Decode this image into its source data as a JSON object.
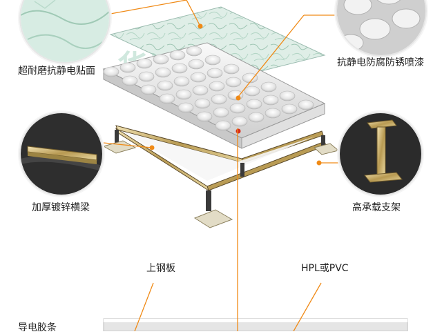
{
  "watermark": {
    "text": "华鹰地板"
  },
  "labels": {
    "surface": "超耐磨抗静电贴面",
    "coating": "抗静电防腐防锈喷漆",
    "beam": "加厚镀锌横梁",
    "support": "高承载支架",
    "top_steel": "上钢板",
    "hpl": "HPL或PVC",
    "edge_strip": "导电胶条"
  },
  "colors": {
    "accent": "#f08a16",
    "panel_green": "#cfe5dc",
    "frame_metal": "#d9c48a"
  }
}
